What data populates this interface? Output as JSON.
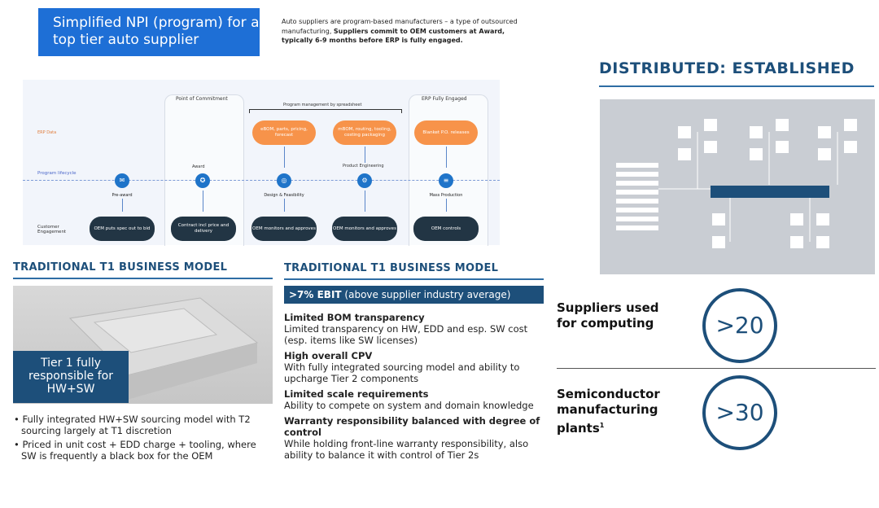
{
  "npi": {
    "title": "Simplified NPI (program) for a top tier auto supplier",
    "desc_intro": "Auto suppliers are program-based manufacturers – a type of outsourced manufacturing, ",
    "desc_bold": "Suppliers commit to OEM customers at Award, typically 6-9 months before ERP is fully engaged."
  },
  "diagram": {
    "point_of_commitment": "Point of Commitment",
    "program_mgmt": "Program management by spreadsheet",
    "erp_fully_engaged": "ERP Fully Engaged",
    "lane_erp": "ERP Data",
    "lane_program": "Program lifecycle",
    "lane_customer": "Customer Engagement",
    "erp_pills": [
      "eBOM, parts, pricing, forecast",
      "mBOM, routing, tooling, costing packaging",
      "Blanket P.O. releases"
    ],
    "stages": [
      {
        "label": "Pre-award",
        "icon": "chat-icon"
      },
      {
        "label": "Award",
        "icon": "award-icon"
      },
      {
        "label": "Design & Feasibility",
        "icon": "target-icon"
      },
      {
        "label": "Product Engineering",
        "icon": "gear-icon"
      },
      {
        "label": "Mass Production",
        "icon": "database-icon"
      }
    ],
    "customer_pills": [
      "OEM puts spec out to bid",
      "Contract incl price and delivery",
      "OEM monitors and approves",
      "OEM monitors and approves",
      "OEM controls"
    ]
  },
  "left": {
    "heading": "TRADITIONAL T1 BUSINESS MODEL",
    "tier_box": "Tier 1 fully responsible for HW+SW",
    "bullets": [
      "Fully integrated HW+SW sourcing model with T2 sourcing largely at T1 discretion",
      "Priced in unit cost + EDD charge + tooling, where SW is frequently a black box for the OEM"
    ]
  },
  "middle": {
    "heading": "TRADITIONAL T1 BUSINESS MODEL",
    "ebit_bold": ">7% EBIT",
    "ebit_rest": " (above supplier industry average)",
    "items": [
      {
        "h": "Limited BOM transparency",
        "b": "Limited transparency on HW, EDD and esp. SW cost (esp. items like SW licenses)"
      },
      {
        "h": "High overall CPV",
        "b": "With fully integrated sourcing model and ability to upcharge Tier 2 components"
      },
      {
        "h": "Limited scale requirements",
        "b": "Ability to compete on system and domain knowledge"
      },
      {
        "h": "Warranty responsibility balanced with degree of control",
        "b": "While holding front-line warranty responsibility, also ability to balance it with control of Tier 2s"
      }
    ]
  },
  "right": {
    "title": "DISTRIBUTED: ESTABLISHED",
    "stats": [
      {
        "label": "Suppliers used for computing",
        "value": ">20"
      },
      {
        "label": "Semiconductor manufacturing plants",
        "sup": "1",
        "value": ">30"
      }
    ]
  },
  "colors": {
    "primary_blue": "#1d4f7a",
    "accent_blue": "#1e6fd6",
    "orange": "#f7934a",
    "dark_pill": "#223544"
  }
}
